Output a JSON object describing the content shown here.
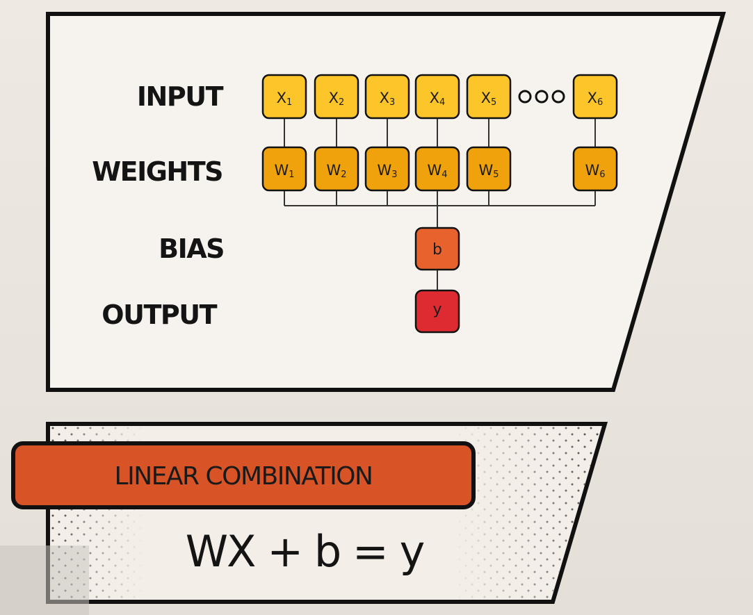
{
  "labels": {
    "input": "INPUT",
    "weights": "WEIGHTS",
    "bias": "BIAS",
    "output": "OUTPUT"
  },
  "inputs": [
    {
      "main": "X",
      "sub": "1"
    },
    {
      "main": "X",
      "sub": "2"
    },
    {
      "main": "X",
      "sub": "3"
    },
    {
      "main": "X",
      "sub": "4"
    },
    {
      "main": "X",
      "sub": "5"
    },
    {
      "main": "X",
      "sub": "6"
    }
  ],
  "weights": [
    {
      "main": "W",
      "sub": "1"
    },
    {
      "main": "W",
      "sub": "2"
    },
    {
      "main": "W",
      "sub": "3"
    },
    {
      "main": "W",
      "sub": "4"
    },
    {
      "main": "W",
      "sub": "5"
    },
    {
      "main": "W",
      "sub": "6"
    }
  ],
  "bias": "b",
  "output": "y",
  "banner": "LINEAR COMBINATION",
  "formula": "WX + b = y",
  "colors": {
    "input_fill": "#fcc62a",
    "weight_fill": "#f0a20d",
    "bias_fill": "#e8622e",
    "output_fill": "#de2b31",
    "banner_fill": "#d85326",
    "panel_fill": "#f6f3ee",
    "stroke": "#111111"
  }
}
